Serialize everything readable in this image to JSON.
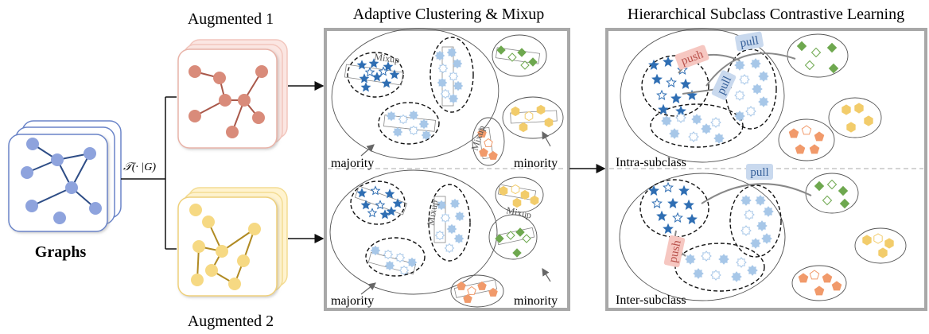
{
  "left": {
    "graphs_label": "Graphs",
    "transform_label": "𝒯(· |G)",
    "aug1_title": "Augmented 1",
    "aug2_title": "Augmented 2"
  },
  "middle": {
    "title": "Adaptive Clustering & Mixup",
    "top": {
      "mixup_labels": [
        "Mixup",
        "Mixup"
      ],
      "majority": "majority",
      "minority": "minority"
    },
    "bottom": {
      "mixup_labels": [
        "Mixup",
        "Mixup"
      ],
      "majority": "majority",
      "minority": "minority"
    }
  },
  "right": {
    "title": "Hierarchical Subclass Contrastive Learning",
    "intra_label": "Intra-subclass",
    "inter_label": "Inter-subclass",
    "intra_tags": {
      "push": "push",
      "pull_top": "pull",
      "pull_mid": "pull"
    },
    "inter_tags": {
      "pull": "pull",
      "push": "push"
    }
  },
  "colors": {
    "graph_blue": "#8ea3dd",
    "graph_blue_edge": "#2e4d86",
    "graph_red": "#d98b7a",
    "graph_red_edge": "#a9584a",
    "graph_yellow": "#f6d983",
    "graph_yellow_edge": "#b08a22",
    "dark_blue": "#2f6eb3",
    "light_blue": "#a7c7e8",
    "green": "#6ea84f",
    "yellow": "#f2cc6b",
    "orange": "#f19a6b",
    "push_tag": "#f6c7c1",
    "pull_tag": "#c9d9ee"
  }
}
